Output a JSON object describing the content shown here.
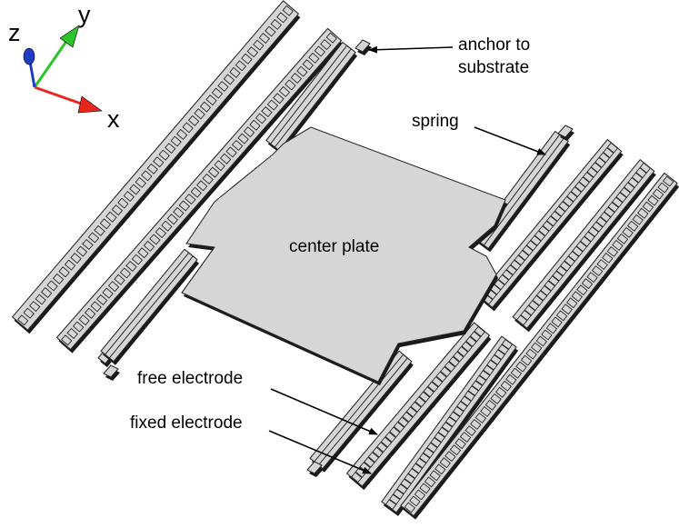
{
  "labels": {
    "anchor_line1": "anchor to",
    "anchor_line2": "substrate",
    "spring": "spring",
    "center_plate": "center plate",
    "free_electrode": "free electrode",
    "fixed_electrode": "fixed electrode"
  },
  "axes": {
    "x": "x",
    "y": "y",
    "z": "z"
  },
  "colors": {
    "plate_fill": "#d6d6d6",
    "outline": "#2a2a2a",
    "x_axis": "#e8261e",
    "y_axis": "#2bc42b",
    "z_axis": "#1f3cc4"
  }
}
